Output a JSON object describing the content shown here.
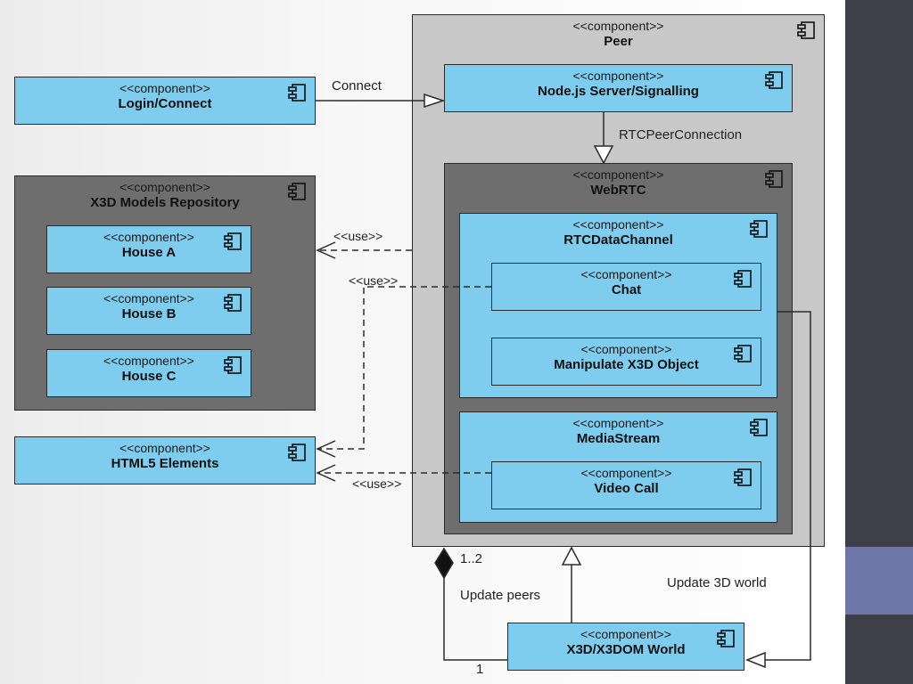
{
  "components": {
    "login": {
      "stereotype": "<<component>>",
      "name": "Login/Connect"
    },
    "repo": {
      "stereotype": "<<component>>",
      "name": "X3D Models Repository"
    },
    "house_a": {
      "stereotype": "<<component>>",
      "name": "House A"
    },
    "house_b": {
      "stereotype": "<<component>>",
      "name": "House B"
    },
    "house_c": {
      "stereotype": "<<component>>",
      "name": "House C"
    },
    "html5": {
      "stereotype": "<<component>>",
      "name": "HTML5 Elements"
    },
    "peer": {
      "stereotype": "<<component>>",
      "name": "Peer"
    },
    "node": {
      "stereotype": "<<component>>",
      "name": "Node.js Server/Signalling"
    },
    "webrtc": {
      "stereotype": "<<component>>",
      "name": "WebRTC"
    },
    "datachannel": {
      "stereotype": "<<component>>",
      "name": "RTCDataChannel"
    },
    "chat": {
      "stereotype": "<<component>>",
      "name": "Chat"
    },
    "manipulate": {
      "stereotype": "<<component>>",
      "name": "Manipulate X3D Object"
    },
    "mediastream": {
      "stereotype": "<<component>>",
      "name": "MediaStream"
    },
    "videocall": {
      "stereotype": "<<component>>",
      "name": "Video Call"
    },
    "world": {
      "stereotype": "<<component>>",
      "name": "X3D/X3DOM World"
    }
  },
  "labels": {
    "connect": "Connect",
    "rtc_peer_connection": "RTCPeerConnection",
    "use_1": "<<use>>",
    "use_2": "<<use>>",
    "use_3": "<<use>>",
    "multiplicity_peer": "1..2",
    "multiplicity_world": "1",
    "update_peers": "Update peers",
    "update_3d_world": "Update 3D world"
  },
  "colors": {
    "component_fill": "#7fcdee",
    "container_light": "#c8c8c8",
    "container_dark": "#6e6e6e",
    "sidebar": "#3f3f4a",
    "sidebar_accent": "#6f77a8"
  }
}
